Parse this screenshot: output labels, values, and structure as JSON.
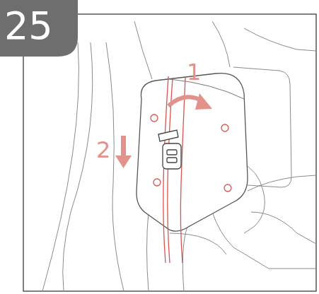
{
  "diagram": {
    "labels": [
      "25",
      "1",
      "2"
    ]
  }
}
